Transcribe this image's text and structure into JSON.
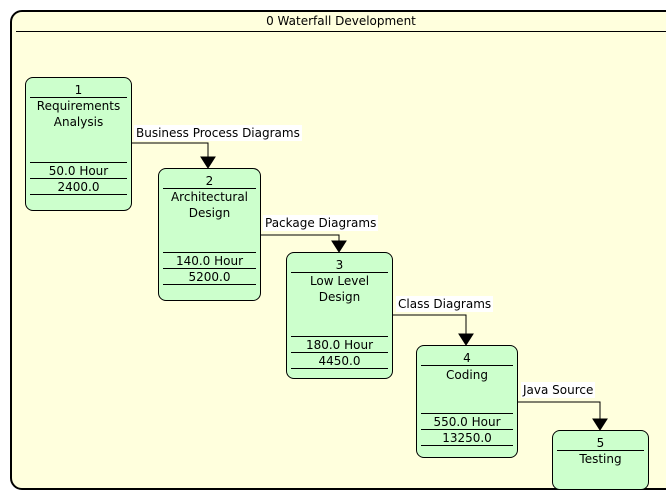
{
  "diagram": {
    "title": "0 Waterfall Development",
    "colors": {
      "background": "#ffffdd",
      "node_fill": "#ccffcc",
      "border": "#000000"
    }
  },
  "nodes": [
    {
      "number": "1",
      "name": "Requirements\nAnalysis",
      "hours": "50.0 Hour",
      "cost": "2400.0"
    },
    {
      "number": "2",
      "name": "Architectural\nDesign",
      "hours": "140.0 Hour",
      "cost": "5200.0"
    },
    {
      "number": "3",
      "name": "Low Level\nDesign",
      "hours": "180.0 Hour",
      "cost": "4450.0"
    },
    {
      "number": "4",
      "name": "Coding",
      "hours": "550.0 Hour",
      "cost": "13250.0"
    },
    {
      "number": "5",
      "name": "Testing",
      "hours": "",
      "cost": ""
    }
  ],
  "flows": [
    {
      "label": "Business Process Diagrams"
    },
    {
      "label": "Package Diagrams"
    },
    {
      "label": "Class Diagrams"
    },
    {
      "label": "Java Source"
    }
  ]
}
